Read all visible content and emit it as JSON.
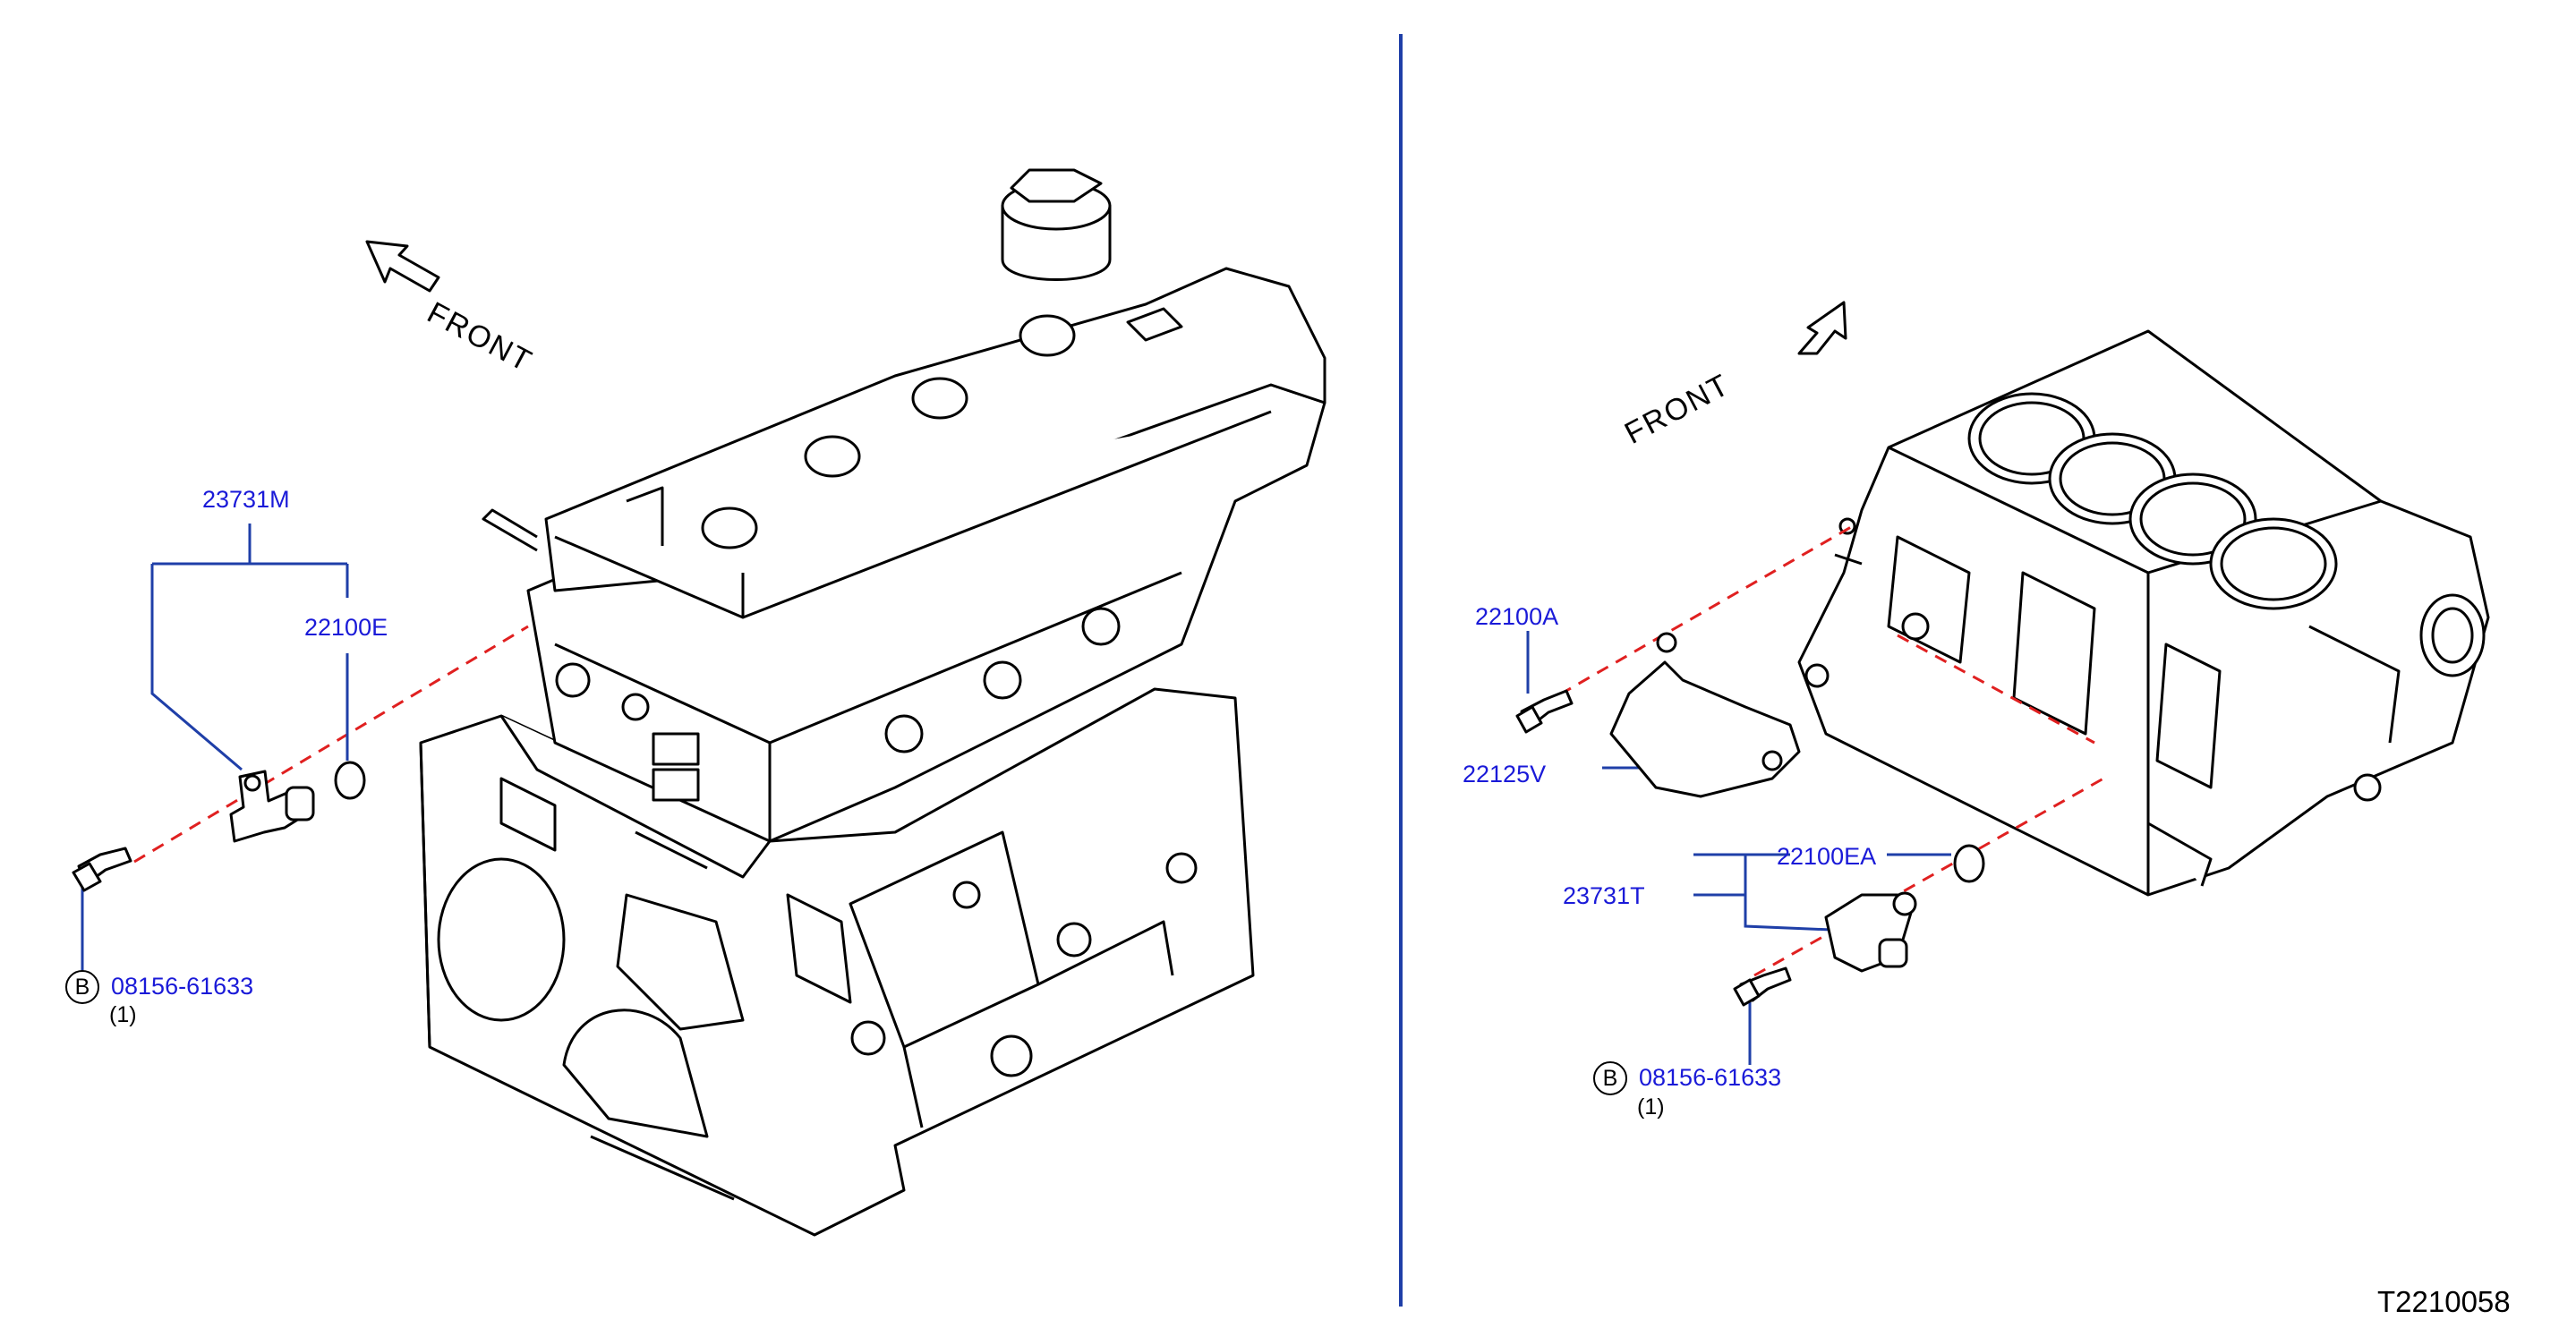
{
  "diagram": {
    "left": {
      "front_label": "FRONT",
      "sensor_part": "23731M",
      "oring_part": "22100E",
      "bolt_badge": "B",
      "bolt_part": "08156-61633",
      "bolt_qty": "(1)"
    },
    "right": {
      "front_label": "FRONT",
      "bolt_small_part": "22100A",
      "bracket_part": "22125V",
      "oring_part": "22100EA",
      "sensor_part": "23731T",
      "bolt_badge": "B",
      "bolt_part": "08156-61633",
      "bolt_qty": "(1)"
    },
    "figure_code": "T2210058"
  },
  "colors": {
    "leader_line": "#1f3fa8",
    "dashed_guide": "#e02020",
    "part_text": "#1a1ad8",
    "line_art": "#000000"
  }
}
